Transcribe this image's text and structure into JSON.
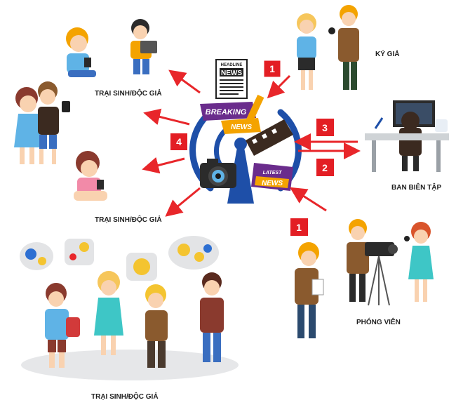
{
  "labels": {
    "readers_top": "TRẠI SINH/ĐỘC GIẢ",
    "readers_middle": "TRẠI SINH/ĐỘC GIẢ",
    "readers_bottom": "TRẠI SINH/ĐỘC GIẢ",
    "journalists": "KÝ GIẢ",
    "editorial": "BAN BIÊN TẬP",
    "reporters": "PHÓNG VIÊN"
  },
  "steps": {
    "one_top": "1",
    "one_bottom": "1",
    "two": "2",
    "three": "3",
    "four": "4"
  },
  "hub": {
    "headline": "HEADLINE",
    "headline_news": "NEWS",
    "breaking": "BREAKING",
    "breaking_news": "NEWS",
    "latest": "LATEST",
    "latest_news": "NEWS"
  },
  "colors": {
    "arrow": "#e8262a",
    "step_box": "#e31e24",
    "signal_blue": "#1e4fa8",
    "banner_purple": "#6a2c8c"
  }
}
